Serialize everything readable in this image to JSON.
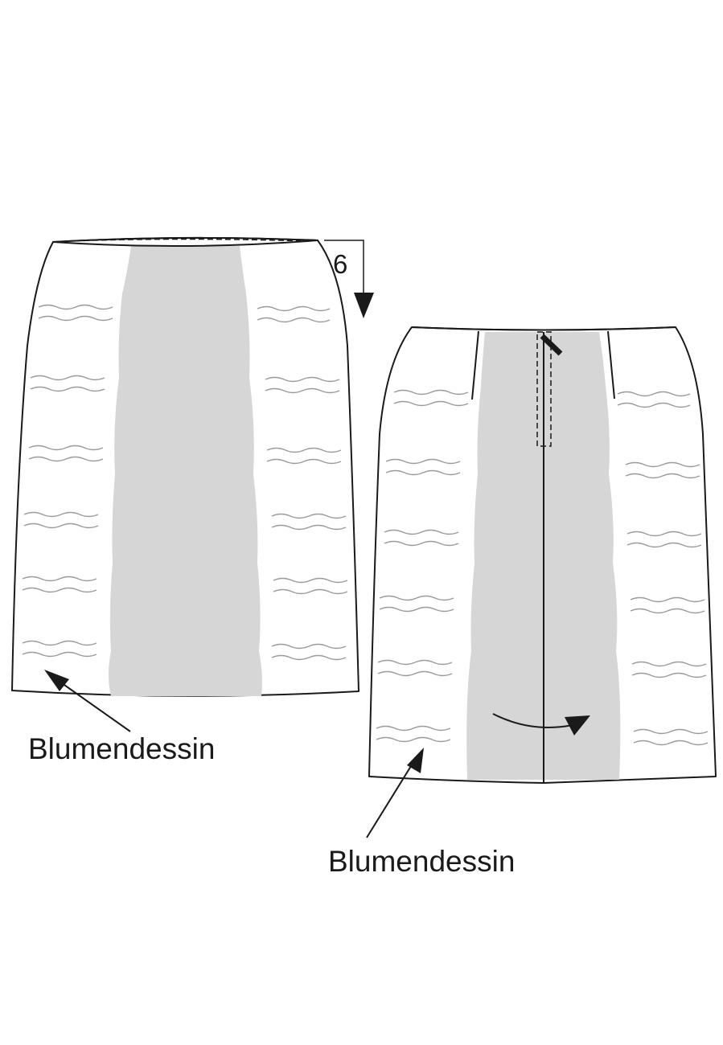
{
  "diagram": {
    "step_number": "6",
    "left_skirt": {
      "pattern_label": "Blumendessin"
    },
    "right_skirt": {
      "pattern_label": "Blumendessin"
    },
    "colors": {
      "outline": "#1a1a1a",
      "panel": "#d6d6d6",
      "pattern": "#9a9a9a",
      "background": "#ffffff"
    }
  }
}
